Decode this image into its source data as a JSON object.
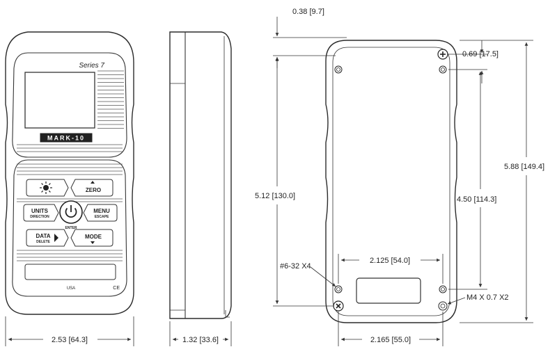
{
  "front_view": {
    "series_label": "Series 7",
    "logo_text": "MARK-10",
    "keys": {
      "zero": "ZERO",
      "units": "UNITS",
      "units_sub": "DIRECTION",
      "menu": "MENU",
      "menu_sub": "ESCAPE",
      "enter": "ENTER",
      "data": "DATA",
      "data_sub": "DELETE",
      "mode": "MODE"
    },
    "footer_left": "USA",
    "footer_right": "CE",
    "width_dim": "2.53 [64.3]"
  },
  "side_view": {
    "depth_dim": "1.32 [33.6]"
  },
  "rear_view": {
    "top_offset_dim": "0.38 [9.7]",
    "hole_offset_dim": "0.69 [17.5]",
    "overall_height_dim": "5.88 [149.4]",
    "thread_hole_spacing_dim": "5.12 [130.0]",
    "mount_hole_spacing_dim": "4.50 [114.3]",
    "thread_callout": "#6-32 X4",
    "inner_width_dim": "2.125 [54.0]",
    "mount_callout": "M4 X 0.7 X2",
    "outer_width_dim": "2.165 [55.0]"
  }
}
